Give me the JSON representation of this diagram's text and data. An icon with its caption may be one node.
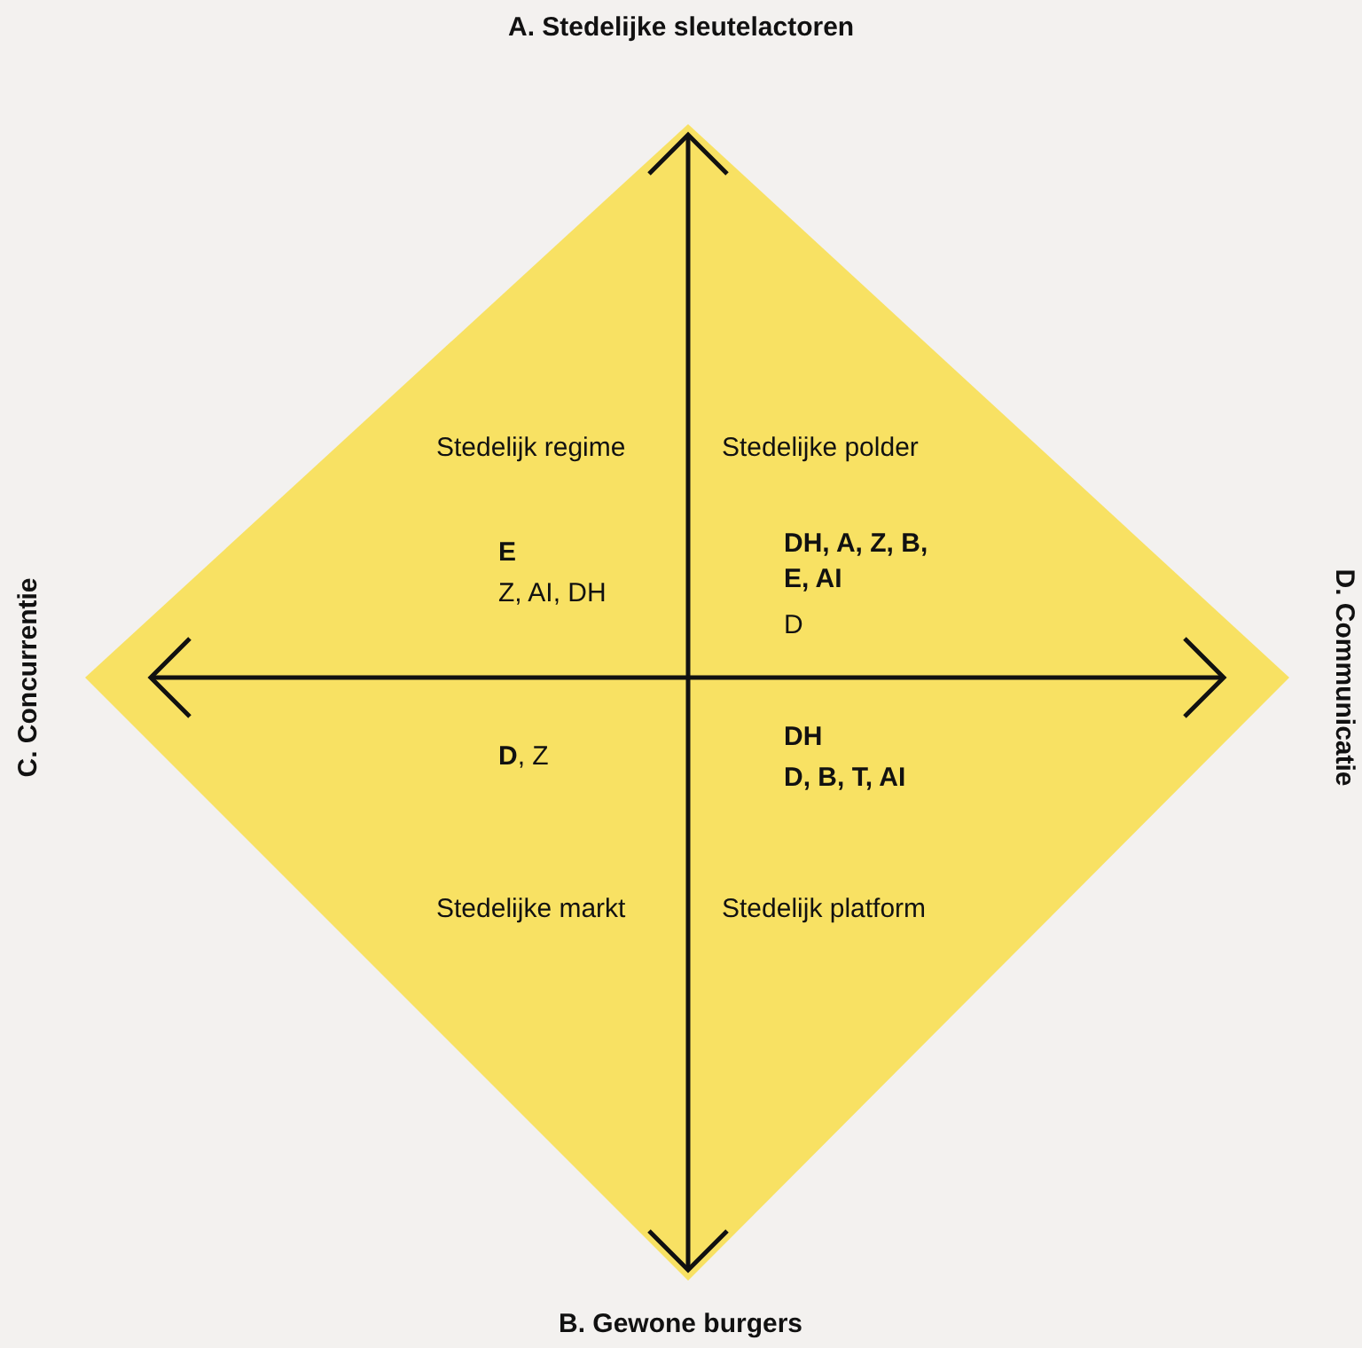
{
  "diagram": {
    "labels": [
      "A. Stedelijke sleutelactoren",
      "C. Concurrentie",
      "D. Communicatie",
      "Stedelijk regime",
      "Stedelijke polder",
      "E",
      "Z, AI, DH",
      "DH, A, Z, B, E, AI",
      "D",
      "**D**, Z",
      "DH",
      "D, B, T, AI",
      "Stedelijke markt",
      "Stedelijk platform",
      "B. Gewone burgers"
    ]
  }
}
